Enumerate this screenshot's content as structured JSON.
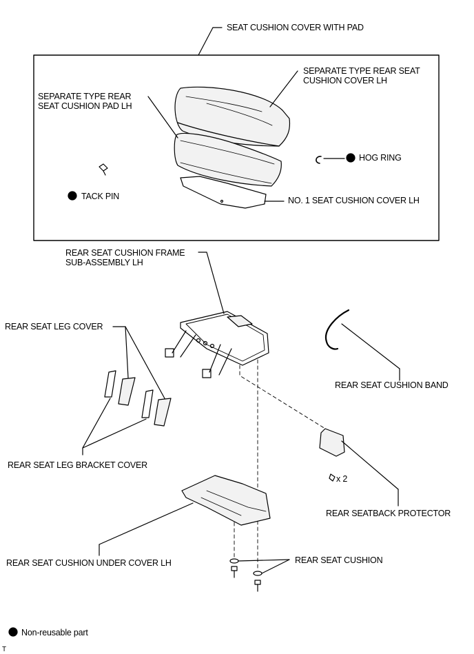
{
  "labels": {
    "seat_cushion_cover_with_pad": "SEAT CUSHION COVER WITH PAD",
    "separate_type_rear_seat_cushion_cover_lh": [
      "SEPARATE TYPE REAR SEAT",
      "CUSHION COVER LH"
    ],
    "separate_type_rear_seat_cushion_pad_lh": [
      "SEPARATE TYPE REAR",
      "SEAT CUSHION PAD LH"
    ],
    "hog_ring": "HOG RING",
    "tack_pin": "TACK PIN",
    "no1_seat_cushion_cover_lh": "NO. 1 SEAT CUSHION COVER LH",
    "rear_seat_cushion_frame_sub_assembly_lh": [
      "REAR SEAT CUSHION FRAME",
      "SUB-ASSEMBLY LH"
    ],
    "rear_seat_leg_cover": "REAR SEAT LEG COVER",
    "rear_seat_cushion_band": "REAR SEAT CUSHION BAND",
    "rear_seat_leg_bracket_cover": "REAR SEAT LEG BRACKET COVER",
    "quantity_x2": "x 2",
    "rear_seatback_protector": "REAR SEATBACK PROTECTOR",
    "rear_seat_cushion_under_cover_lh": "REAR SEAT CUSHION UNDER COVER LH",
    "rear_seat_cushion": "REAR SEAT CUSHION",
    "legend_non_reusable": "Non-reusable part",
    "corner_mark": "T"
  },
  "colors": {
    "ink": "#000000",
    "background": "#ffffff",
    "part_fill": "#f2f2f2"
  },
  "icons": {
    "non_reusable_marker": "filled-circle-icon"
  }
}
